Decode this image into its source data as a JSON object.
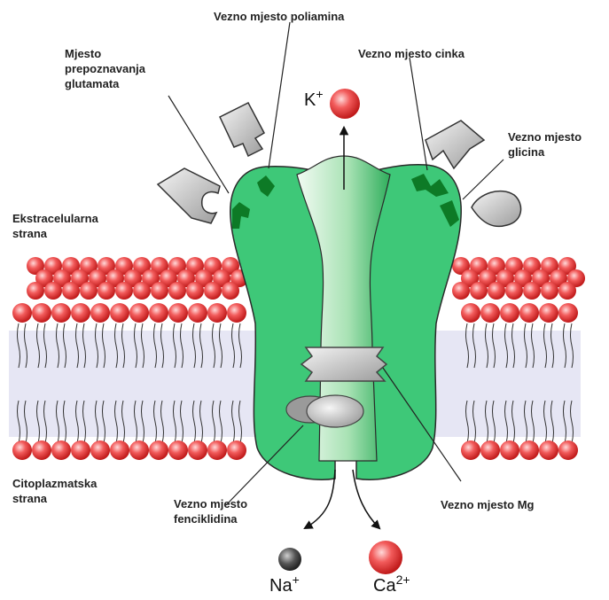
{
  "labels": {
    "polyamine": "Vezno mjesto poliamina",
    "glutamate_lines": [
      "Mjesto",
      "prepoznavanja",
      "glutamata"
    ],
    "zinc": "Vezno mjesto cinka",
    "glycine_lines": [
      "Vezno mjesto",
      "glicina"
    ],
    "extracellular_lines": [
      "Ekstracelularna",
      "strana"
    ],
    "cytoplasmic_lines": [
      "Citoplazmatska",
      "strana"
    ],
    "phencyclidine_lines": [
      "Vezno mjesto",
      "fenciklidina"
    ],
    "magnesium": "Vezno mjesto Mg"
  },
  "ions": {
    "potassium": {
      "symbol": "K",
      "charge": "+"
    },
    "sodium": {
      "symbol": "Na",
      "charge": "+"
    },
    "calcium": {
      "symbol": "Ca",
      "charge": "2+"
    }
  },
  "colors": {
    "channel_green": "#3ec878",
    "channel_dark": "#0d7a26",
    "pore_light": "#d6f1d9",
    "membrane_core": "#e6e6f4",
    "lipid_head": "#f04a4a",
    "ion_red": "#ee3535",
    "ion_dark": "#444444",
    "ligand_gray": "#b9b9b9"
  }
}
